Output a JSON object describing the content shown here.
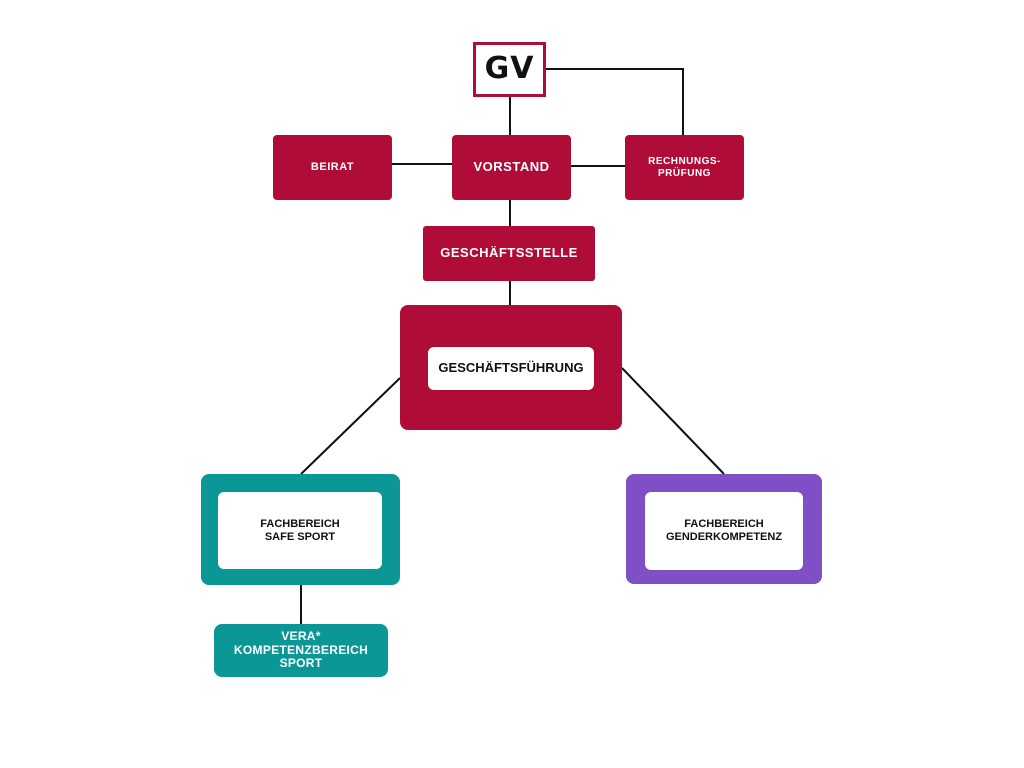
{
  "nodes": {
    "gv": "GV",
    "beirat": "Beirat",
    "vorstand": "Vorstand",
    "rechnungspruefung": "Rechnungs-\nprüfung",
    "geschaeftsstelle": "Geschäftsstelle",
    "geschaeftsfuehrung": "Geschäftsführung",
    "fachbereich_safe_sport": "Fachbereich\nSafe Sport",
    "fachbereich_genderkompetenz": "Fachbereich\nGenderkompetenz",
    "vera": "Vera*\nKompetenzbereich\nSport"
  },
  "colors": {
    "crimson": "#b00c38",
    "teal": "#0c9797",
    "purple": "#7f4fc6",
    "line": "#111111"
  }
}
